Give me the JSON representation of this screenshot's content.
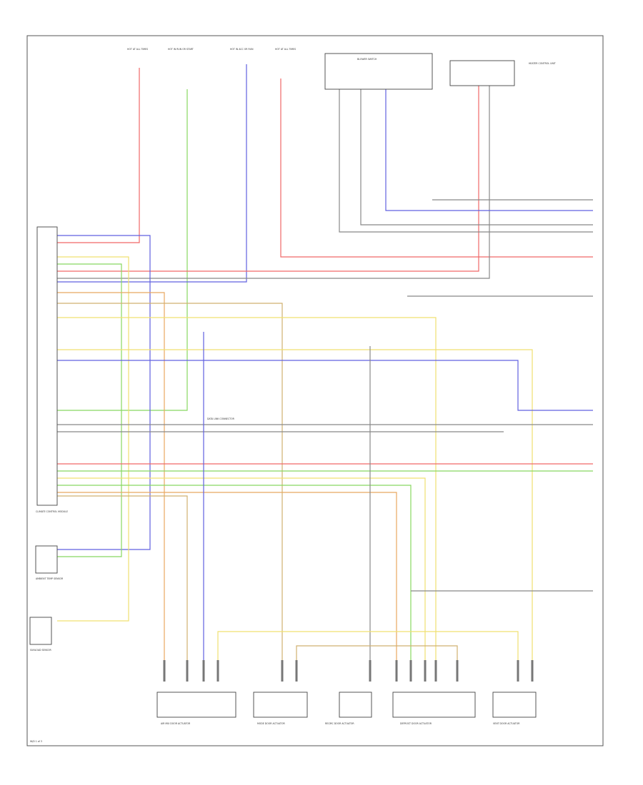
{
  "colors": {
    "red": "#f06868",
    "blue": "#6060e0",
    "green": "#88d860",
    "yellow": "#f0e070",
    "orange": "#e8a860",
    "tan": "#d0b070",
    "gray": "#888888",
    "violet": "#b070c8",
    "pink": "#f0a0b0"
  },
  "labels": {
    "top_fuse_1": "HOT AT ALL TIMES",
    "top_fuse_2": "HOT IN RUN OR START",
    "top_fuse_3": "HOT IN ACC OR RUN",
    "top_fuse_4": "HOT AT ALL TIMES",
    "blower_switch": "BLOWER SWITCH",
    "right_module": "HEATER CONTROL UNIT",
    "climate_module": "CLIMATE CONTROL MODULE",
    "ambient_sensor": "AMBIENT TEMP SENSOR",
    "sunload_sensor": "SUNLOAD SENSOR",
    "actuator_1": "AIR MIX DOOR ACTUATOR",
    "actuator_2": "MODE DOOR ACTUATOR",
    "actuator_3": "RECIRC DOOR ACTUATOR",
    "actuator_4": "DEFROST DOOR ACTUATOR",
    "actuator_5": "VENT DOOR ACTUATOR",
    "data_link": "DATA LINK CONNECTOR",
    "footer": "W/D 1 of 3"
  }
}
